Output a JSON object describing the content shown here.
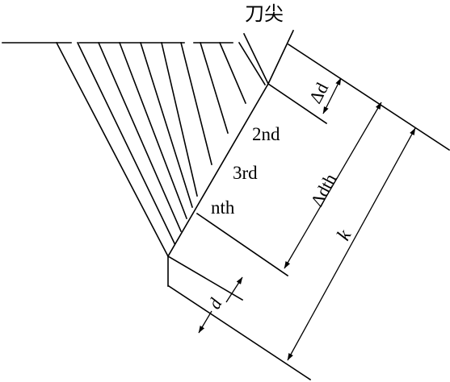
{
  "labels": {
    "tool_tip": "刀尖",
    "pass_2": "2nd",
    "pass_3": "3rd",
    "pass_n": "nth",
    "delta_d": "Δd",
    "delta_dth": "Δdth",
    "k": "k",
    "d": "d"
  }
}
